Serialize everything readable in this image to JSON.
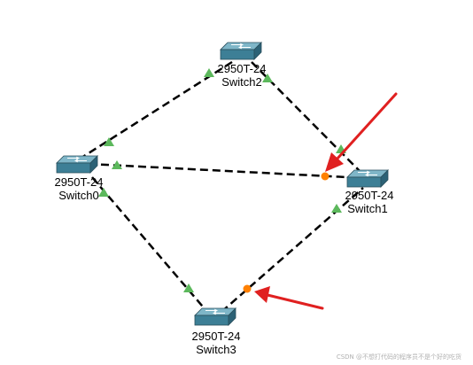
{
  "colors": {
    "background": "#ffffff",
    "link": "#000000",
    "port_up": "#5cb85c",
    "port_blocking": "#ff8000",
    "arrow": "#e02020",
    "switch_top": "#7fb6c8",
    "switch_front": "#3d7f96",
    "switch_side": "#2c6276",
    "switch_outline": "#2a4f5c"
  },
  "icons": {
    "switch": "workgroup-switch-icon",
    "port_up": "green-triangle-port-icon",
    "port_blocking": "orange-circle-port-icon",
    "callout": "red-arrow-icon"
  },
  "switches": [
    {
      "id": "switch0",
      "model": "2950T-24",
      "name": "Switch0"
    },
    {
      "id": "switch1",
      "model": "2950T-24",
      "name": "Switch1"
    },
    {
      "id": "switch2",
      "model": "2950T-24",
      "name": "Switch2"
    },
    {
      "id": "switch3",
      "model": "2950T-24",
      "name": "Switch3"
    }
  ],
  "links": [
    {
      "from": "switch2",
      "to": "switch0",
      "from_port": "up",
      "to_port": "up"
    },
    {
      "from": "switch2",
      "to": "switch1",
      "from_port": "up",
      "to_port": "up"
    },
    {
      "from": "switch0",
      "to": "switch1",
      "from_port": "up",
      "to_port": "blocking"
    },
    {
      "from": "switch0",
      "to": "switch3",
      "from_port": "up",
      "to_port": "up"
    },
    {
      "from": "switch3",
      "to": "switch1",
      "from_port": "blocking",
      "to_port": "up"
    }
  ],
  "watermark": "CSDN @不想打代码的程序员不是个好的吃货"
}
